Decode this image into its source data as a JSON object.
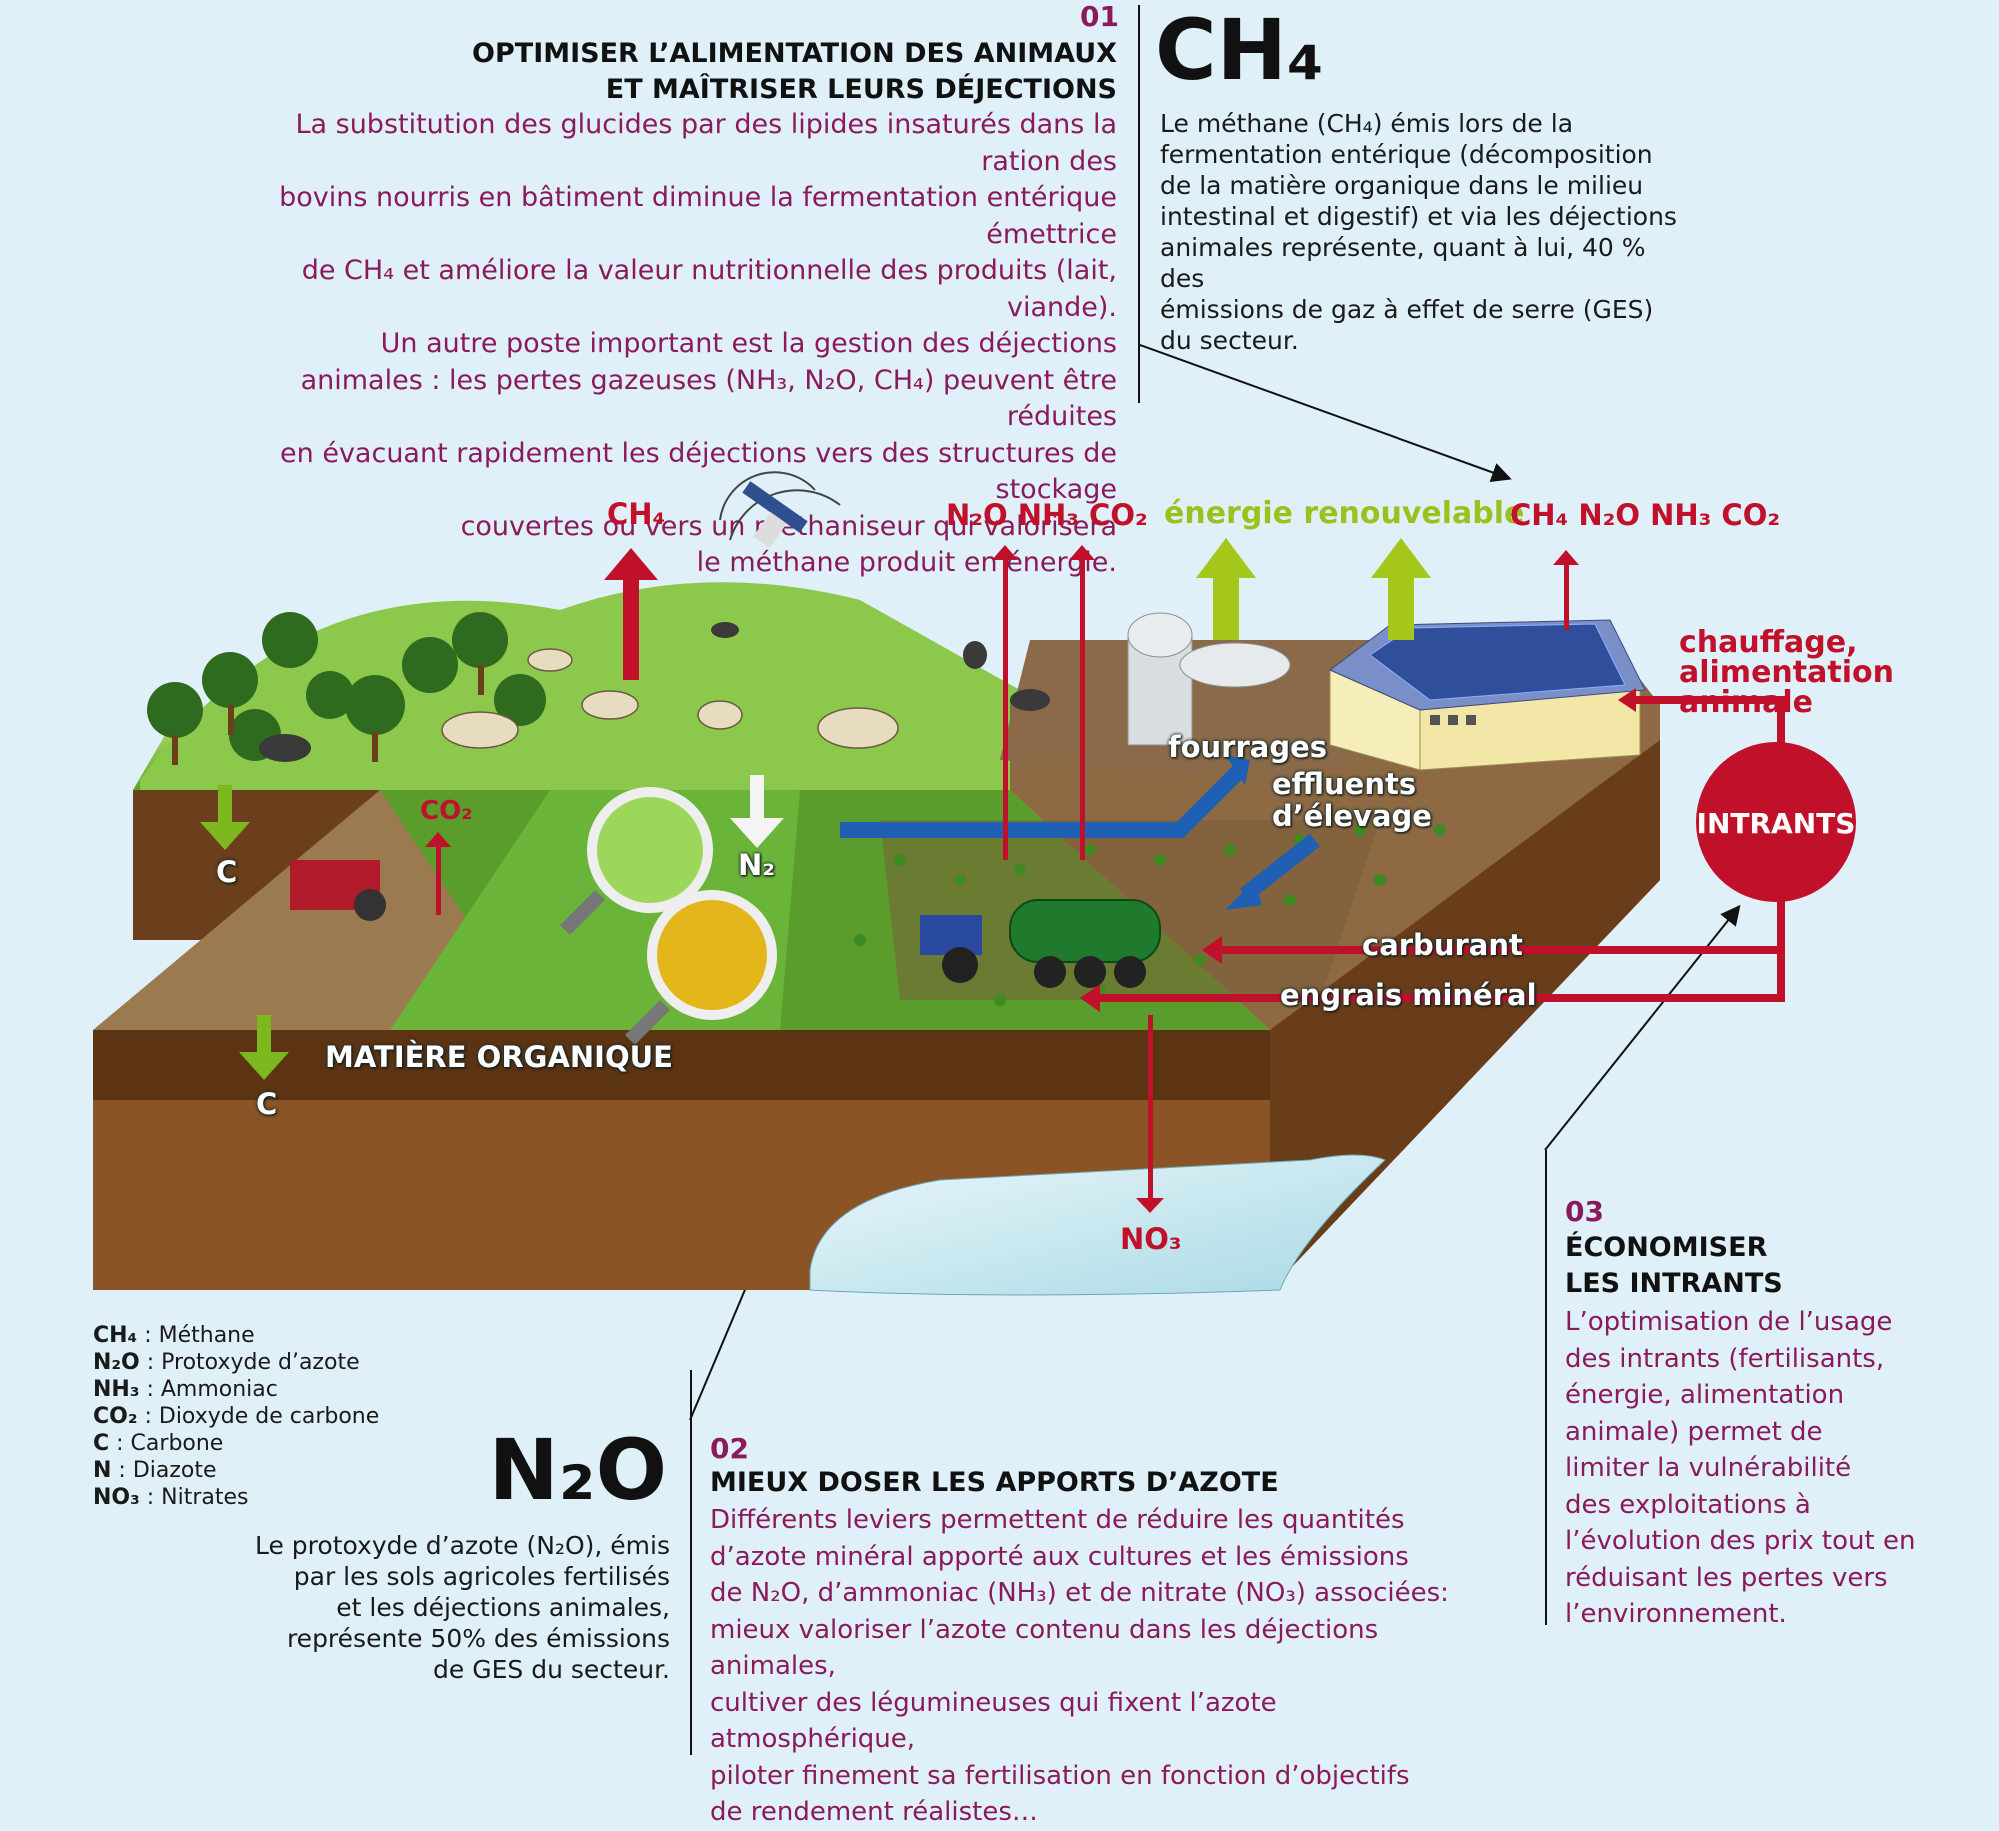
{
  "section01": {
    "number": "01",
    "title_line1": "OPTIMISER L’ALIMENTATION DES ANIMAUX",
    "title_line2": "ET MAÎTRISER LEURS DÉJECTIONS",
    "body_lines": [
      "La substitution des glucides par des lipides insaturés dans la ration des",
      "bovins nourris en bâtiment diminue la fermentation entérique émettrice",
      "de CH₄ et améliore la valeur nutritionnelle des produits (lait, viande).",
      "Un autre poste important est la gestion des déjections",
      "animales : les pertes gazeuses (NH₃, N₂O, CH₄) peuvent être réduites",
      "en évacuant rapidement les déjections vers des structures de stockage",
      "couvertes ou vers un méthaniseur qui valorisera",
      "le méthane produit en énergie."
    ]
  },
  "ch4_box": {
    "formula": "CH₄",
    "body_lines": [
      "Le méthane (CH₄) émis lors de la",
      "fermentation entérique (décomposition",
      "de la matière organique dans le milieu",
      "intestinal et digestif) et via les déjections",
      "animales représente, quant à lui, 40 % des",
      "émissions de gaz à effet de serre (GES)",
      "du secteur."
    ]
  },
  "diagram": {
    "gas_ch4_left": "CH₄",
    "gas_mid": "N₂O  NH₃  CO₂",
    "renewable": "énergie renouvelable",
    "gas_right": "CH₄  N₂O  NH₃  CO₂",
    "heating_line1": "chauffage,",
    "heating_line2": "alimentation animale",
    "intrants": "INTRANTS",
    "fourrages": "fourrages",
    "effluents_line1": "effluents",
    "effluents_line2": "d’élevage",
    "carburant": "carburant",
    "engrais": "engrais minéral",
    "co2_small": "CO₂",
    "c_top": "C",
    "c_bottom": "C",
    "n2": "N₂",
    "matiere": "MATIÈRE ORGANIQUE",
    "no3": "NO₃"
  },
  "glossary": [
    {
      "term": "CH₄",
      "def": " : Méthane"
    },
    {
      "term": "N₂O",
      "def": " : Protoxyde d’azote"
    },
    {
      "term": "NH₃",
      "def": " : Ammoniac"
    },
    {
      "term": "CO₂",
      "def": " : Dioxyde de carbone"
    },
    {
      "term": "C",
      "def": " : Carbone"
    },
    {
      "term": "N",
      "def": " : Diazote"
    },
    {
      "term": "NO₃",
      "def": " : Nitrates"
    }
  ],
  "n2o_box": {
    "formula": "N₂O",
    "body_lines": [
      "Le protoxyde d’azote (N₂O), émis",
      "par les sols agricoles fertilisés",
      "et les déjections animales,",
      "représente 50% des émissions",
      "de GES du secteur."
    ]
  },
  "section02": {
    "number": "02",
    "title": "MIEUX DOSER LES APPORTS D’AZOTE",
    "body_lines": [
      "Différents leviers permettent de réduire les quantités",
      "d’azote minéral apporté aux cultures et les émissions",
      "de N₂O, d’ammoniac (NH₃) et de nitrate (NO₃) associées:",
      "mieux valoriser l’azote contenu dans les déjections animales,",
      "cultiver des légumineuses qui fixent l’azote atmosphérique,",
      "piloter finement sa fertilisation en fonction d’objectifs",
      "de rendement réalistes…"
    ]
  },
  "section03": {
    "number": "03",
    "title_line1": "ÉCONOMISER",
    "title_line2": "LES INTRANTS",
    "body_lines": [
      "L’optimisation de l’usage",
      "des intrants (fertilisants,",
      "énergie, alimentation",
      "animale) permet de",
      "limiter la vulnérabilité",
      "des exploitations à",
      "l’évolution des prix tout en",
      "réduisant les pertes vers",
      "l’environnement."
    ]
  }
}
